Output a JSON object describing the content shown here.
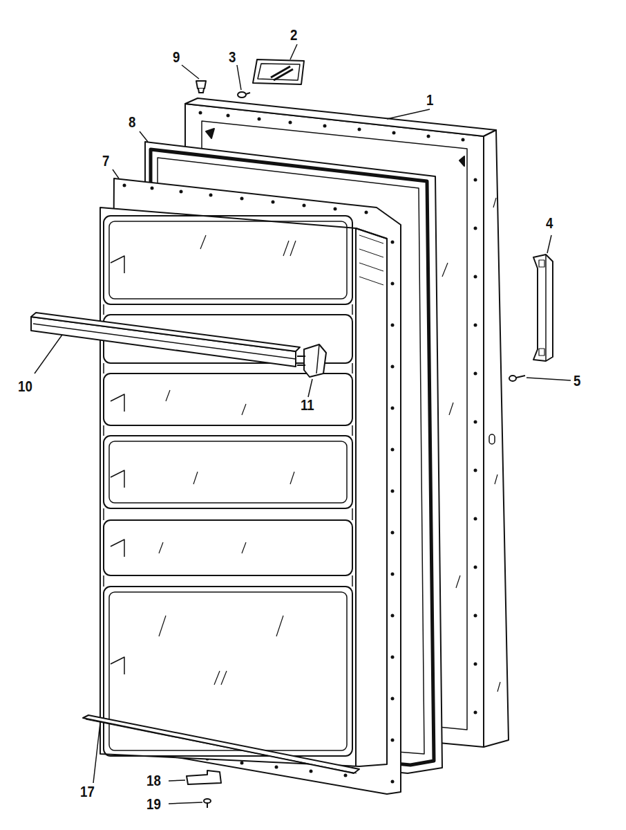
{
  "diagram": {
    "labels": [
      "2",
      "9",
      "3",
      "1",
      "8",
      "7",
      "4",
      "10",
      "11",
      "5",
      "17",
      "18",
      "19"
    ]
  }
}
